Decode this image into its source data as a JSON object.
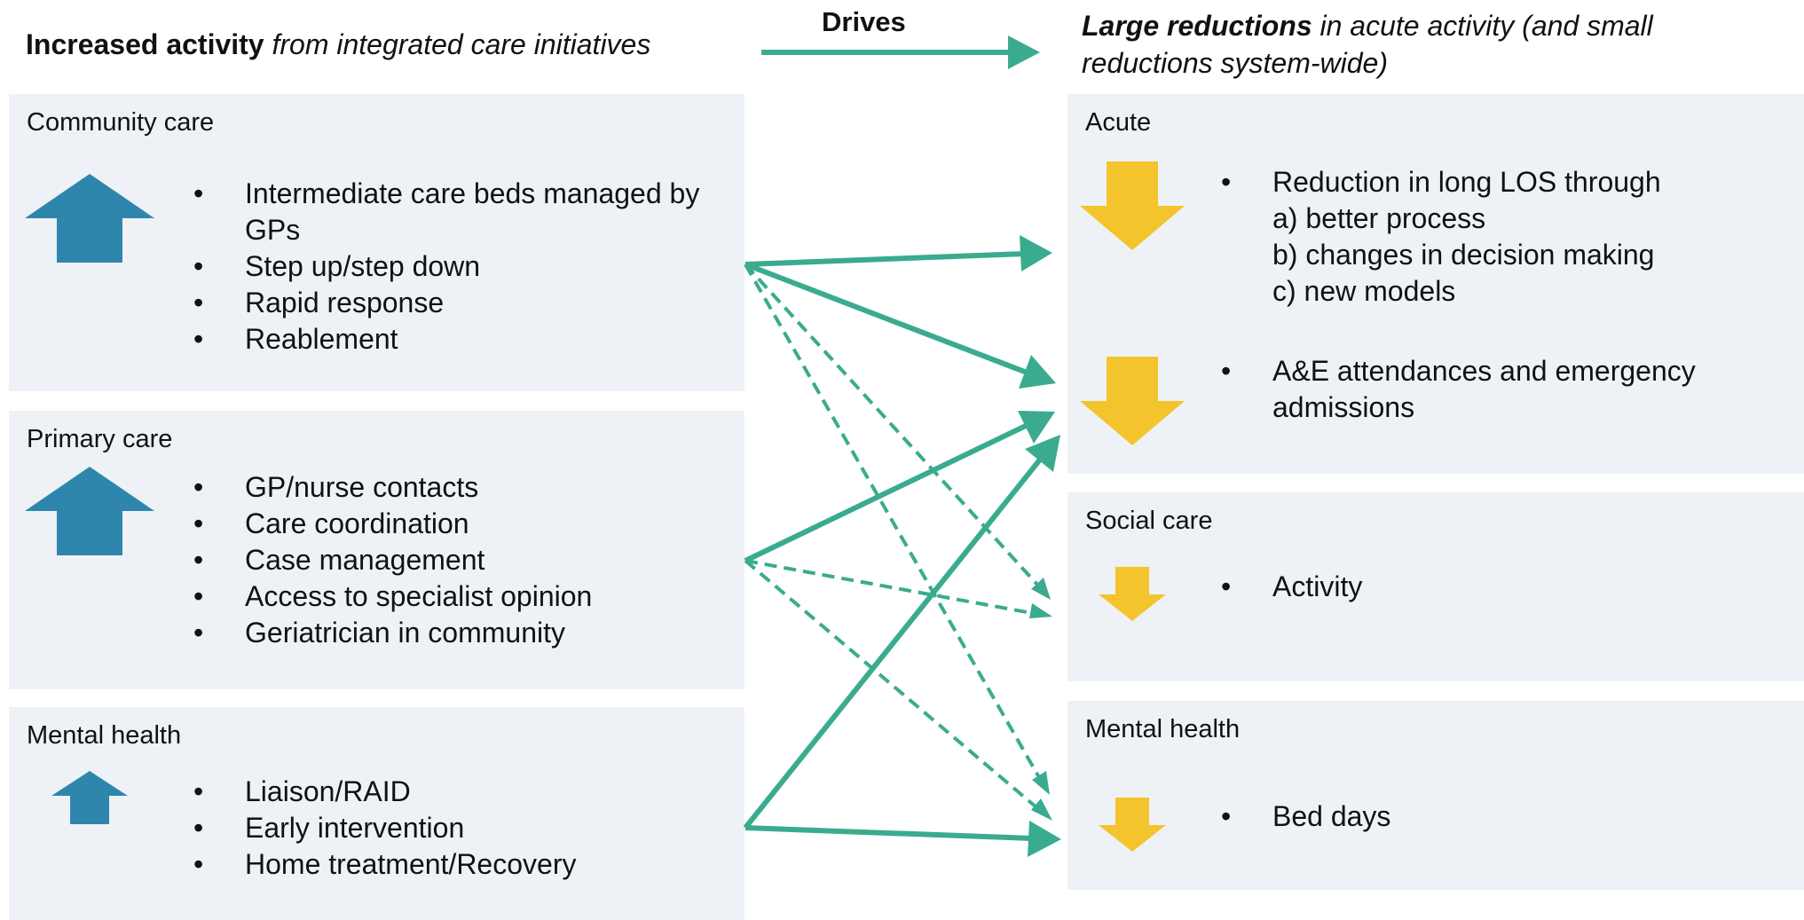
{
  "header": {
    "left_bold": "Increased activity",
    "left_rest": " from integrated care initiatives",
    "drives": "Drives",
    "right_bold": "Large reductions",
    "right_rest_line1": " in acute activity (and small",
    "right_rest_line2": "reductions system-wide)"
  },
  "colors": {
    "box_bg": "#eef2f6",
    "up_arrow": "#2e86ad",
    "down_arrow": "#f3c42b",
    "connector": "#3aab8f"
  },
  "left_boxes": [
    {
      "title": "Community care",
      "arrow": "up-arrow-large",
      "items": [
        "Intermediate care beds managed by GPs",
        "Step up/step down",
        "Rapid response",
        "Reablement"
      ]
    },
    {
      "title": "Primary care",
      "arrow": "up-arrow-large",
      "items": [
        "GP/nurse contacts",
        "Care coordination",
        "Case management",
        "Access to specialist opinion",
        "Geriatrician in community"
      ]
    },
    {
      "title": "Mental health",
      "arrow": "up-arrow-small",
      "items": [
        "Liaison/RAID",
        "Early intervention",
        "Home treatment/Recovery"
      ]
    }
  ],
  "right_boxes": [
    {
      "title": "Acute",
      "blocks": [
        {
          "arrow": "down-arrow-large",
          "item": "Reduction in long LOS through",
          "sub": [
            "a) better process",
            "b) changes in decision making",
            "c) new models"
          ]
        },
        {
          "arrow": "down-arrow-large",
          "item": "A&E attendances and emergency admissions",
          "sub": []
        }
      ]
    },
    {
      "title": "Social care",
      "blocks": [
        {
          "arrow": "down-arrow-small",
          "item": "Activity",
          "sub": []
        }
      ]
    },
    {
      "title": "Mental health",
      "blocks": [
        {
          "arrow": "down-arrow-small",
          "item": "Bed days",
          "sub": []
        }
      ]
    }
  ],
  "bullet": "•"
}
